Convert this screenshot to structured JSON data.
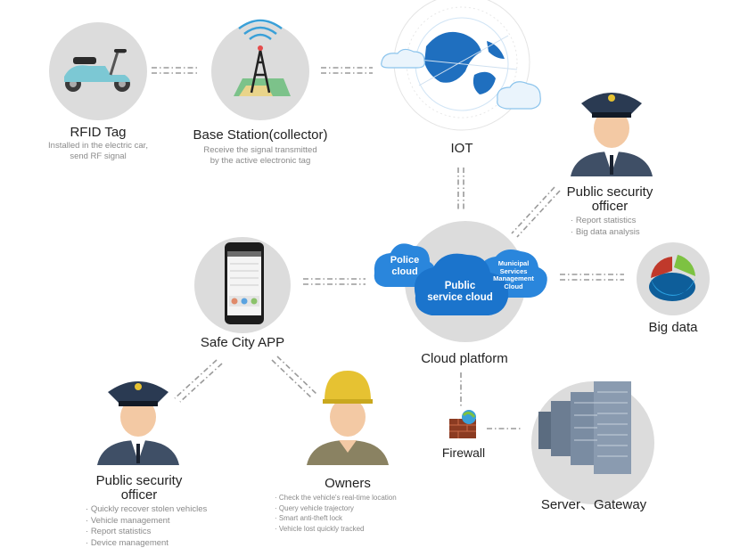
{
  "nodes": {
    "rfid": {
      "title": "RFID Tag",
      "desc": [
        "Installed in the electric car,",
        "send RF signal"
      ]
    },
    "base_station": {
      "title": "Base Station(collector)",
      "desc": [
        "Receive the signal transmitted",
        "by the active electronic tag"
      ]
    },
    "iot": {
      "title": "IOT"
    },
    "officer_top": {
      "title_lines": [
        "Public security",
        "officer"
      ],
      "bullets": [
        "Report statistics",
        "Big data analysis"
      ]
    },
    "app": {
      "title": "Safe City APP"
    },
    "cloud_platform": {
      "title": "Cloud platform",
      "clouds": {
        "police": [
          "Police",
          "cloud"
        ],
        "public": [
          "Public",
          "service cloud"
        ],
        "municipal": [
          "Municipal",
          "Services",
          "Management",
          "Cloud"
        ]
      }
    },
    "big_data": {
      "title": "Big data"
    },
    "officer_bottom": {
      "title_lines": [
        "Public security",
        "officer"
      ],
      "bullets": [
        "Quickly recover stolen vehicles",
        "Vehicle management",
        "Report statistics",
        "Device management"
      ]
    },
    "owners": {
      "title": "Owners",
      "bullets": [
        "Check the vehicle's real-time location",
        "Query vehicle trajectory",
        "Smart anti-theft lock",
        "Vehicle lost quickly tracked"
      ]
    },
    "firewall": {
      "title": "Firewall"
    },
    "server": {
      "title": "Server、Gateway"
    }
  },
  "colors": {
    "circle": "#dcdcdc",
    "cloud_blue": "#1e7fd6",
    "cloud_light": "#3b9be8",
    "connector": "#9a9a9a",
    "uniform": "#3f4f66",
    "skin": "#f3c9a4",
    "helmet": "#e6c232"
  }
}
